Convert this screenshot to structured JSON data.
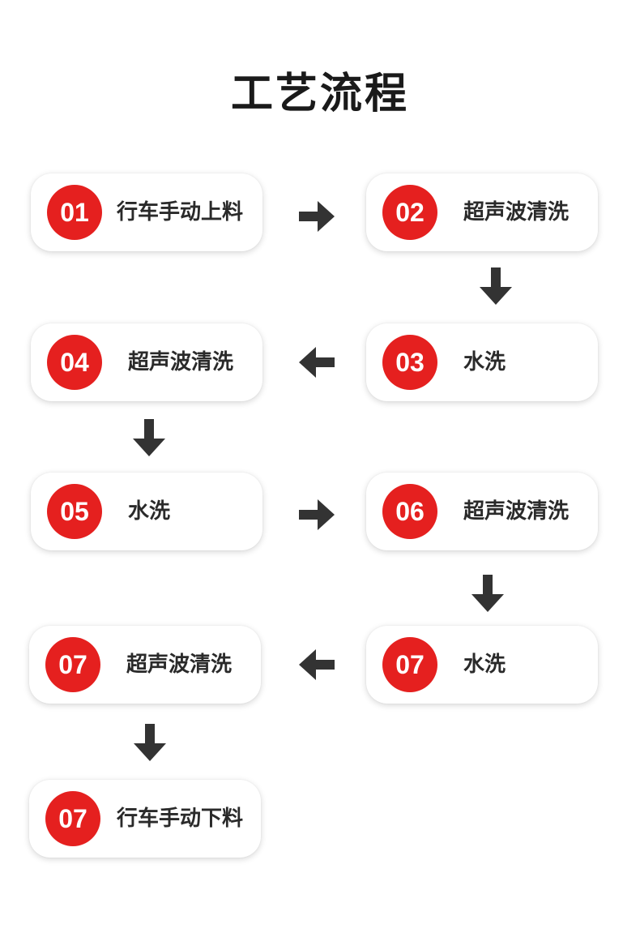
{
  "title": "工艺流程",
  "colors": {
    "accent": "#e5201f",
    "arrow": "#333333",
    "text": "#2a2a2a"
  },
  "steps": [
    {
      "num": "01",
      "label": "行车手动上料"
    },
    {
      "num": "02",
      "label": "超声波清洗"
    },
    {
      "num": "03",
      "label": "水洗"
    },
    {
      "num": "04",
      "label": "超声波清洗"
    },
    {
      "num": "05",
      "label": "水洗"
    },
    {
      "num": "06",
      "label": "超声波清洗"
    },
    {
      "num": "07",
      "label": "水洗"
    },
    {
      "num": "07",
      "label": "超声波清洗"
    },
    {
      "num": "07",
      "label": "行车手动下料"
    }
  ],
  "arrows": [
    "right",
    "down",
    "left",
    "down",
    "right",
    "down",
    "left",
    "down"
  ]
}
